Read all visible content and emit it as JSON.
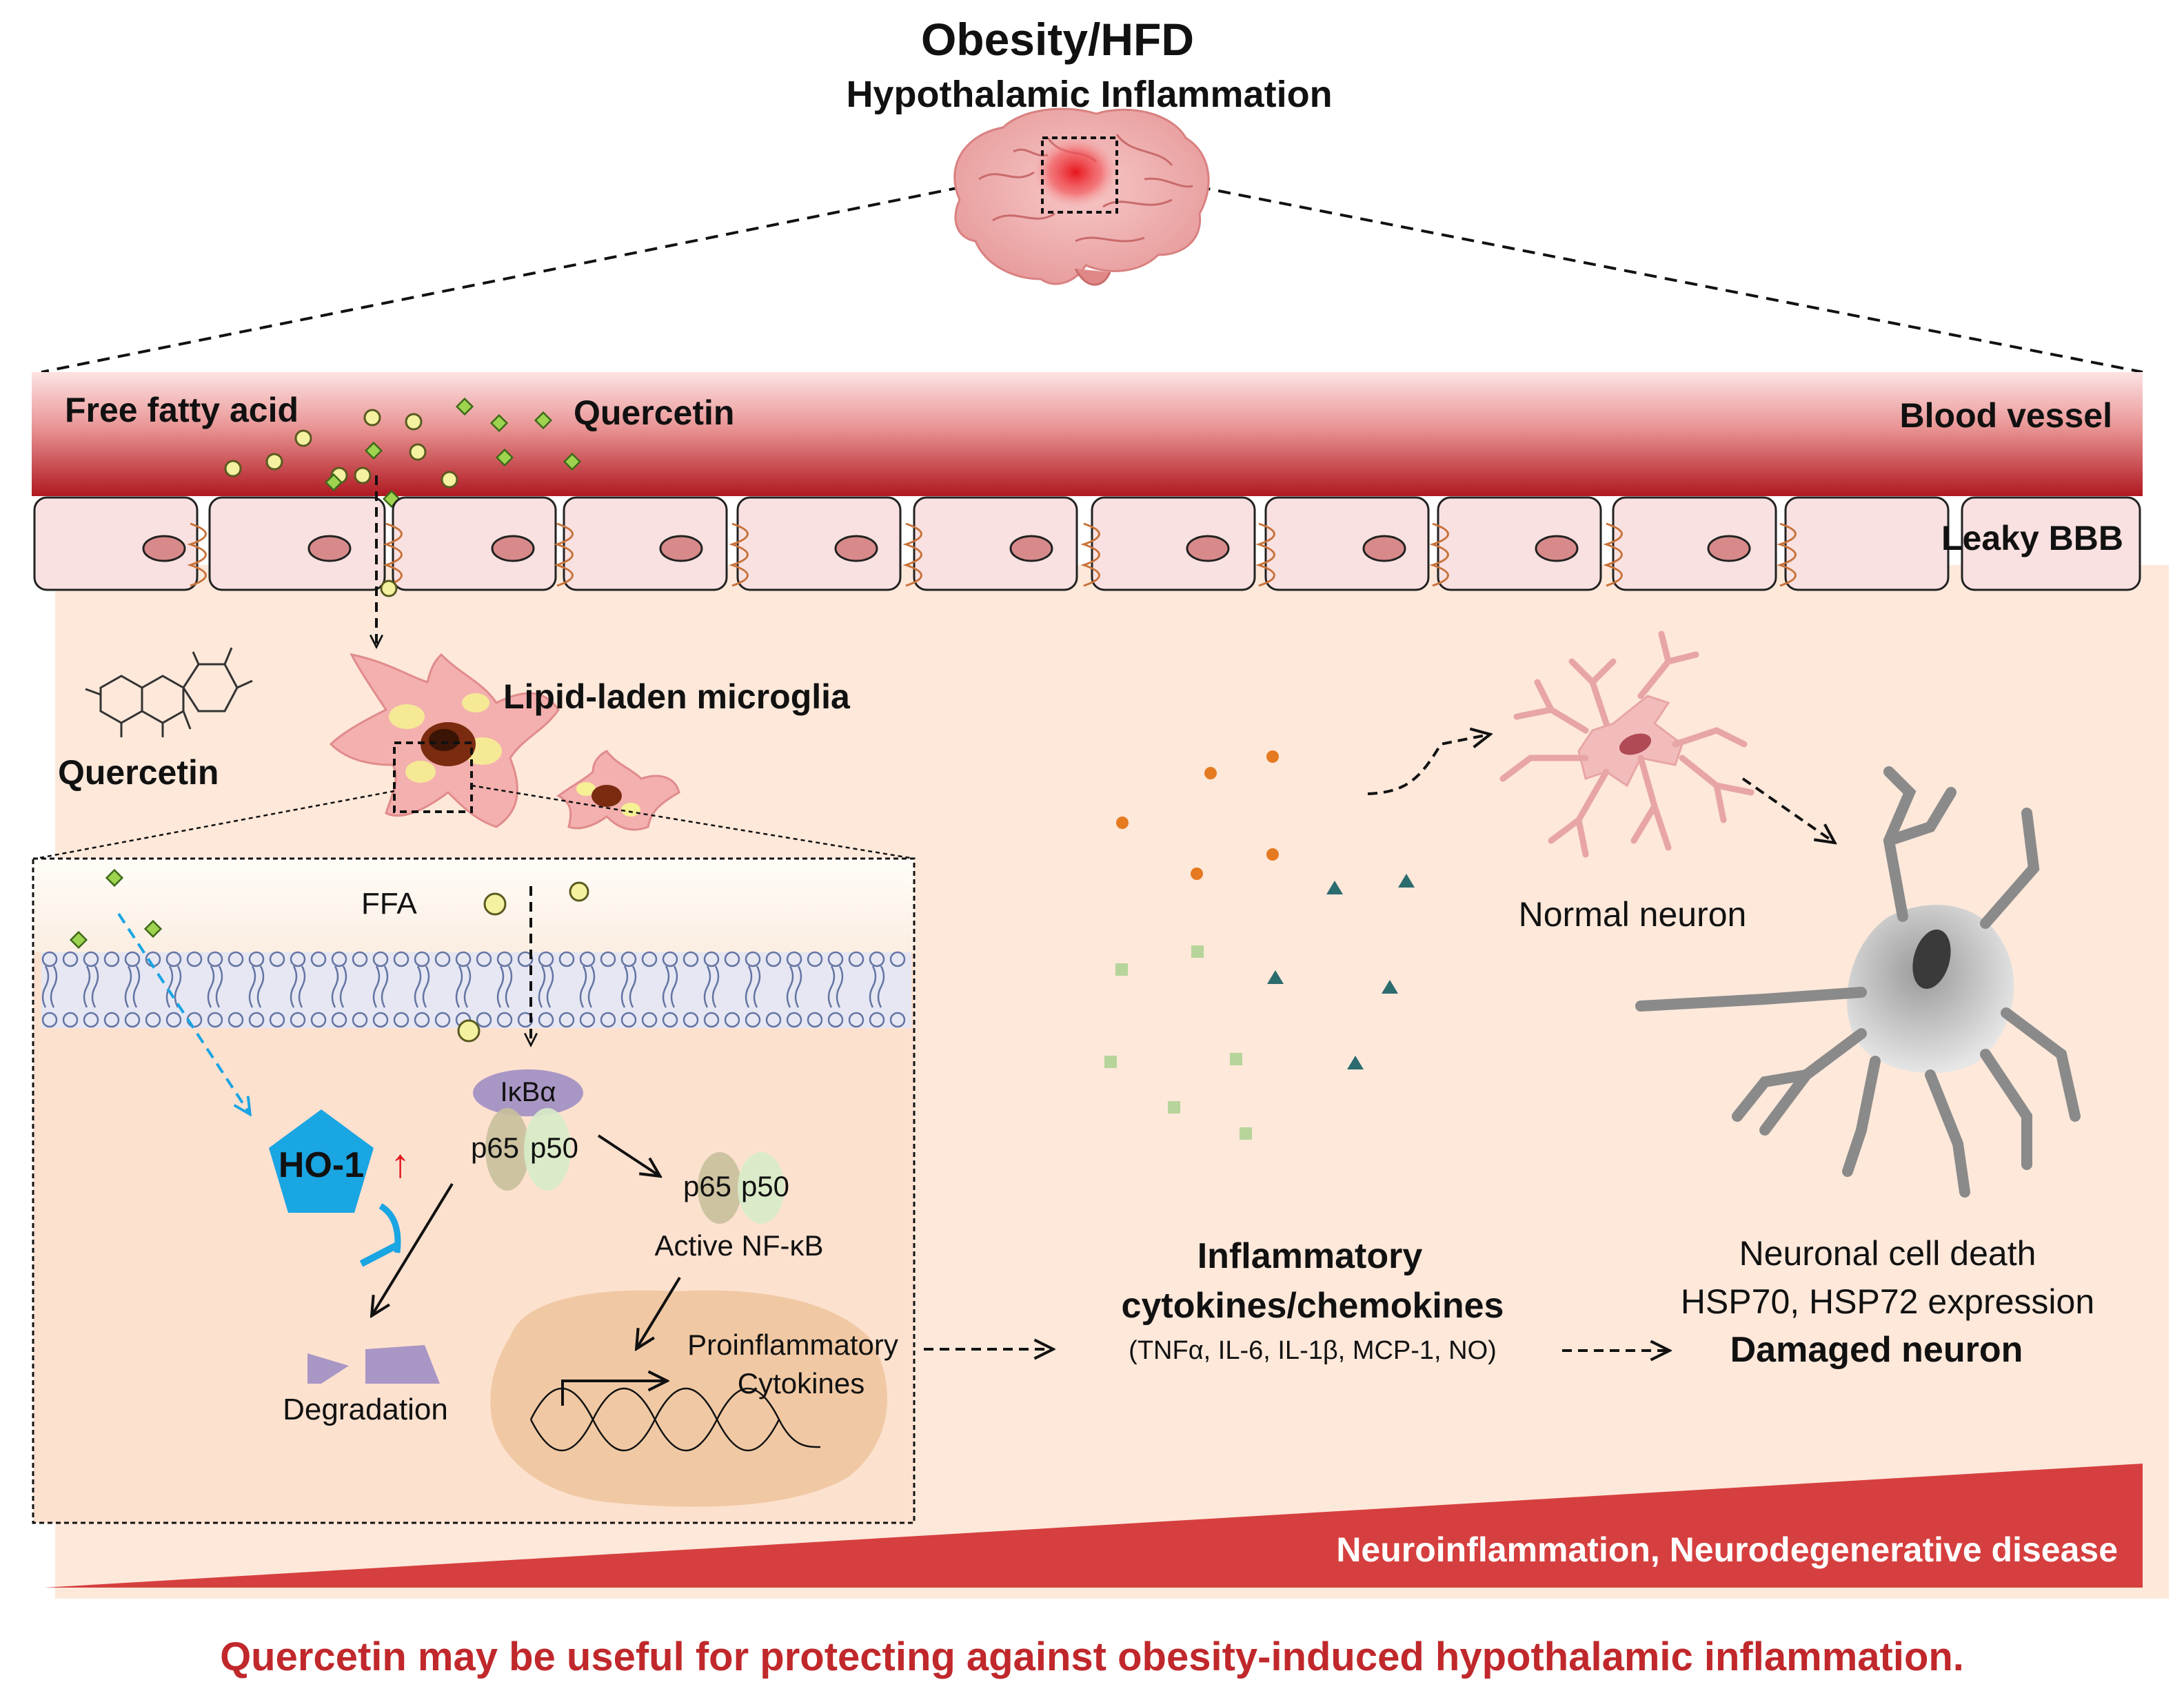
{
  "header": {
    "title": "Obesity/HFD",
    "subtitle": "Hypothalamic Inflammation"
  },
  "vessel": {
    "ffa_label": "Free fatty acid",
    "quercetin_label": "Quercetin",
    "vessel_label": "Blood vessel",
    "bbb_label": "Leaky BBB"
  },
  "microglia": {
    "quercetin_label": "Quercetin",
    "microglia_label": "Lipid-laden microglia"
  },
  "inset": {
    "ffa": "FFA",
    "ikba": "IκBα",
    "p65": "p65",
    "p50": "p50",
    "ho1": "HO-1",
    "ho1_arrow": "↑",
    "degradation": "Degradation",
    "active_nfkb": "Active NF-κB",
    "proinflammatory_line1": "Proinflammatory",
    "proinflammatory_line2": "Cytokines"
  },
  "cytokines": {
    "line1": "Inflammatory",
    "line2": "cytokines/chemokines",
    "line3": "(TNFα, IL-6, IL-1β, MCP-1, NO)"
  },
  "neurons": {
    "normal": "Normal neuron",
    "death_line1": "Neuronal cell death",
    "death_line2": "HSP70, HSP72 expression",
    "damaged": "Damaged neuron"
  },
  "banner": {
    "text": "Neuroinflammation, Neurodegenerative disease"
  },
  "conclusion": {
    "text": "Quercetin may be useful for protecting against obesity-induced hypothalamic inflammation."
  },
  "colors": {
    "vessel": "#c0282b",
    "tissue": "#fde8da",
    "cell": "#f9e1e1",
    "nucleus": "#d88a8a",
    "ho1": "#1aa5e3",
    "ikba": "#a896c4",
    "banner": "#d63f3f",
    "conclusion": "#c0282b",
    "cytokine_dot": "#e57a21",
    "cytokine_triangle": "#2c6b6e",
    "cytokine_square": "#b7d49a"
  }
}
